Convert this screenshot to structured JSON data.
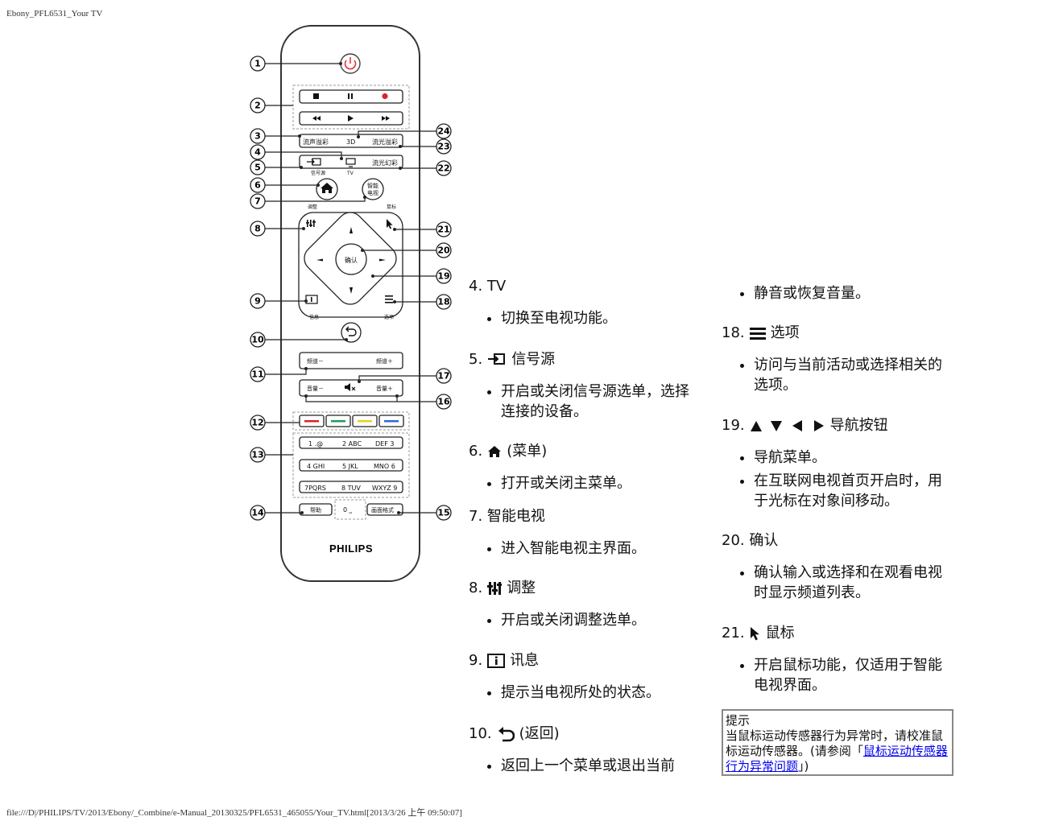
{
  "header": "Ebony_PFL6531_Your TV",
  "footer": "file:///D|/PHILIPS/TV/2013/Ebony/_Combine/e-Manual_20130325/PFL6531_465055/Your_TV.html[2013/3/26 上午 09:50:07]",
  "remote": {
    "brand": "PHILIPS",
    "labels": {
      "ambi_sound": "流声溢彩",
      "three_d": "3D",
      "ambi_light_top": "流光溢彩",
      "source_label": "信号源",
      "tv_label": "TV",
      "ambi_light": "流光幻彩",
      "smart_tv": "智能\n电视",
      "adjust": "调整",
      "mouse": "鼠标",
      "ok": "确认",
      "info": "信息",
      "options": "选项",
      "ch_minus": "频道－",
      "ch_plus": "频道＋",
      "vol_minus": "音量－",
      "vol_plus": "音量＋",
      "help": "帮助",
      "picture_format": "画面格式",
      "k1": "1 .@",
      "k2": "2 ABC",
      "k3": "DEF 3",
      "k4": "4 GHI",
      "k5": "5 JKL",
      "k6": "MNO 6",
      "k7": "7PQRS",
      "k8": "8 TUV",
      "k9": "WXYZ 9",
      "k0": "0 ⎵"
    },
    "callouts": [
      "1",
      "2",
      "3",
      "4",
      "5",
      "6",
      "7",
      "8",
      "9",
      "10",
      "11",
      "12",
      "13",
      "14",
      "15",
      "16",
      "17",
      "18",
      "19",
      "20",
      "21",
      "22",
      "23",
      "24"
    ],
    "colors": {
      "power": "#e8363c",
      "red": "#e0202a",
      "green": "#1aa05a",
      "yellow": "#e8d020",
      "blue": "#2a6ad8"
    }
  },
  "left_column": {
    "s4": {
      "title": "4. TV",
      "items": [
        "切换至电视功能。"
      ]
    },
    "s5": {
      "num": "5.",
      "title": "信号源",
      "items": [
        "开启或关闭信号源选单，选择连接的设备。"
      ]
    },
    "s6": {
      "num": "6.",
      "title": "(菜单)",
      "items": [
        "打开或关闭主菜单。"
      ]
    },
    "s7": {
      "title": "7. 智能电视",
      "items": [
        "进入智能电视主界面。"
      ]
    },
    "s8": {
      "num": "8.",
      "title": "调整",
      "items": [
        "开启或关闭调整选单。"
      ]
    },
    "s9": {
      "num": "9.",
      "title": "讯息",
      "items": [
        "提示当电视所处的状态。"
      ]
    },
    "s10": {
      "num": "10.",
      "title": "(返回)",
      "items": [
        "返回上一个菜单或退出当前"
      ]
    }
  },
  "right_column": {
    "cont": {
      "items": [
        "静音或恢复音量。"
      ]
    },
    "s18": {
      "num": "18.",
      "title": "选项",
      "items": [
        "访问与当前活动或选择相关的选项。"
      ]
    },
    "s19": {
      "num": "19.",
      "title": "导航按钮",
      "items": [
        "导航菜单。",
        "在互联网电视首页开启时，用于光标在对象间移动。"
      ]
    },
    "s20": {
      "title": "20. 确认",
      "items": [
        "确认输入或选择和在观看电视时显示频道列表。"
      ]
    },
    "s21": {
      "num": "21.",
      "title": "鼠标",
      "items": [
        "开启鼠标功能，仅适用于智能电视界面。"
      ]
    }
  },
  "tip": {
    "title": "提示",
    "text": "当鼠标运动传感器行为异常时，请校准鼠标运动传感器。(请参阅「",
    "link": "鼠标运动传感器行为异常问题",
    "tail": "」)"
  }
}
